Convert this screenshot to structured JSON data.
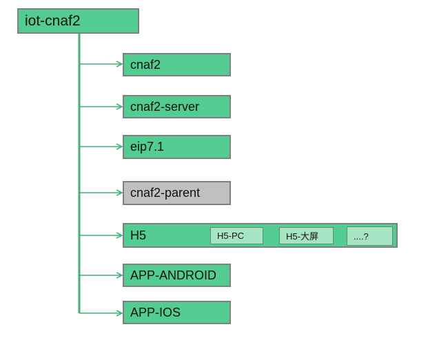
{
  "colors": {
    "node_fill": "#52cc91",
    "node_border": "#7f7f7f",
    "inactive_fill": "#c0c0c0",
    "chip_fill": "#a6e4c3",
    "connector": "#3fb077"
  },
  "root": {
    "label": "iot-cnaf2"
  },
  "children": [
    {
      "label": "cnaf2",
      "status": "active"
    },
    {
      "label": "cnaf2-server",
      "status": "active"
    },
    {
      "label": "eip7.1",
      "status": "active"
    },
    {
      "label": "cnaf2-parent",
      "status": "inactive"
    },
    {
      "label": "H5",
      "status": "active",
      "sub_items": [
        "H5-PC",
        "H5-大屏",
        "....?"
      ]
    },
    {
      "label": "APP-ANDROID",
      "status": "active"
    },
    {
      "label": "APP-IOS",
      "status": "active"
    }
  ]
}
